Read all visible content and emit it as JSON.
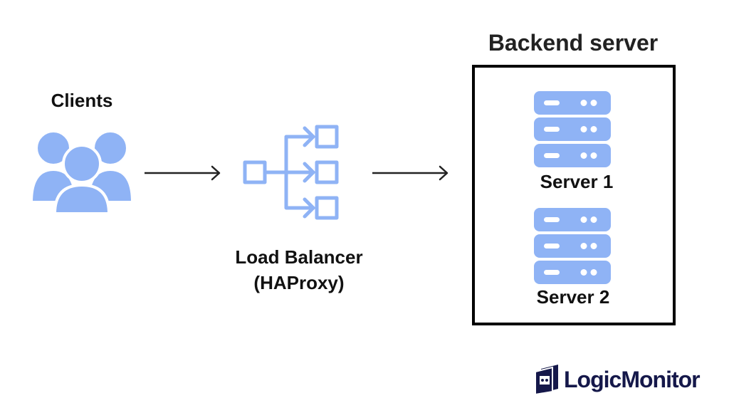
{
  "diagram": {
    "title": "Load balancer architecture",
    "nodes": {
      "clients": {
        "label": "Clients",
        "icon": "users-icon"
      },
      "load_balancer": {
        "label_line1": "Load Balancer",
        "label_line2": "(HAProxy)",
        "icon": "distribution-icon"
      },
      "backend": {
        "title": "Backend server",
        "servers": [
          {
            "label": "Server 1",
            "icon": "server-rack-icon"
          },
          {
            "label": "Server 2",
            "icon": "server-rack-icon"
          }
        ]
      }
    },
    "edges": [
      {
        "from": "clients",
        "to": "load_balancer"
      },
      {
        "from": "load_balancer",
        "to": "backend"
      }
    ],
    "colors": {
      "icon": "#8fb3f5",
      "text": "#111111",
      "brand": "#15184a"
    }
  },
  "brand": {
    "name": "LogicMonitor"
  }
}
